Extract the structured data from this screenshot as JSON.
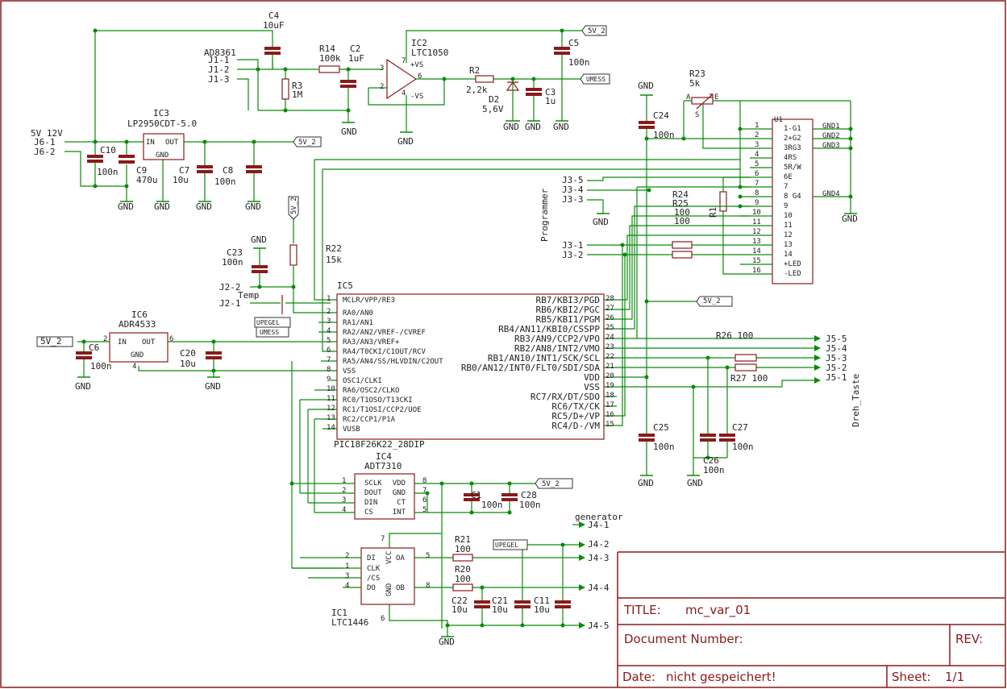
{
  "title_block": {
    "title_label": "TITLE:",
    "title_value": "mc_var_01",
    "doc_label": "Document Number:",
    "rev_label": "REV:",
    "date_label": "Date:",
    "date_value": "nicht gespeichert!",
    "sheet_label": "Sheet:",
    "sheet_value": "1/1"
  },
  "components": {
    "ic5": {
      "name": "IC5",
      "part": "PIC18F26K22_28DIP",
      "left_pins": [
        {
          "num": "1",
          "label": "MCLR/VPP/RE3"
        },
        {
          "num": "2",
          "label": "RA0/AN0"
        },
        {
          "num": "3",
          "label": "RA1/AN1"
        },
        {
          "num": "4",
          "label": "RA2/AN2/VREF-/CVREF"
        },
        {
          "num": "5",
          "label": "RA3/AN3/VREF+"
        },
        {
          "num": "6",
          "label": "RA4/T0CKI/C1OUT/RCV"
        },
        {
          "num": "7",
          "label": "RA5/AN4/SS/HLVDIN/C2OUT"
        },
        {
          "num": "8",
          "label": "VSS"
        },
        {
          "num": "9",
          "label": "OSC1/CLKI"
        },
        {
          "num": "10",
          "label": "RA6/OSC2/CLKO"
        },
        {
          "num": "11",
          "label": "RC0/T1OSO/T13CKI"
        },
        {
          "num": "12",
          "label": "RC1/T1OSI/CCP2/UOE"
        },
        {
          "num": "13",
          "label": "RC2/CCP1/P1A"
        },
        {
          "num": "14",
          "label": "VUSB"
        }
      ],
      "right_pins": [
        {
          "num": "28",
          "label": "RB7/KBI3/PGD"
        },
        {
          "num": "27",
          "label": "RB6/KBI2/PGC"
        },
        {
          "num": "26",
          "label": "RB5/KBI1/PGM"
        },
        {
          "num": "25",
          "label": "RB4/AN11/KBI0/CSSPP"
        },
        {
          "num": "24",
          "label": "RB3/AN9/CCP2/VPO"
        },
        {
          "num": "23",
          "label": "RB2/AN8/INT2/VMO"
        },
        {
          "num": "22",
          "label": "RB1/AN10/INT1/SCK/SCL"
        },
        {
          "num": "21",
          "label": "RB0/AN12/INT0/FLT0/SDI/SDA"
        },
        {
          "num": "20",
          "label": "VDD"
        },
        {
          "num": "19",
          "label": "VSS"
        },
        {
          "num": "18",
          "label": "RC7/RX/DT/SDO"
        },
        {
          "num": "17",
          "label": "RC6/TX/CK"
        },
        {
          "num": "16",
          "label": "RC5/D+/VP"
        },
        {
          "num": "15",
          "label": "RC4/D-/VM"
        }
      ]
    },
    "u1": {
      "name": "U1",
      "pins": [
        {
          "num": "1",
          "label": "1-G1"
        },
        {
          "num": "2",
          "label": "2+G2"
        },
        {
          "num": "3",
          "label": "3RG3"
        },
        {
          "num": "4",
          "label": "4RS"
        },
        {
          "num": "5",
          "label": "5R/W"
        },
        {
          "num": "6",
          "label": "6E"
        },
        {
          "num": "7",
          "label": "7"
        },
        {
          "num": "8",
          "label": "8 G4"
        },
        {
          "num": "9",
          "label": "9"
        },
        {
          "num": "10",
          "label": "10"
        },
        {
          "num": "11",
          "label": "11"
        },
        {
          "num": "12",
          "label": "12"
        },
        {
          "num": "13",
          "label": "13"
        },
        {
          "num": "14",
          "label": "14"
        },
        {
          "num": "15",
          "label": "+LED"
        },
        {
          "num": "16",
          "label": "-LED"
        }
      ],
      "gnd_labels": [
        "GND1",
        "GND2",
        "GND3",
        "GND4"
      ]
    },
    "ic4": {
      "name": "IC4",
      "part": "ADT7310",
      "left": [
        {
          "num": "1",
          "label": "SCLK"
        },
        {
          "num": "2",
          "label": "DOUT"
        },
        {
          "num": "3",
          "label": "DIN"
        },
        {
          "num": "4",
          "label": "CS"
        }
      ],
      "right": [
        {
          "num": "8",
          "label": "VDD"
        },
        {
          "num": "7",
          "label": "GND"
        },
        {
          "num": "6",
          "label": "CT"
        },
        {
          "num": "5",
          "label": "INT"
        }
      ]
    },
    "ic1": {
      "name": "IC1",
      "part": "LTC1446",
      "left": [
        {
          "num": "2",
          "label": "DI"
        },
        {
          "num": "1",
          "label": "CLK"
        },
        {
          "num": "3",
          "label": "/CS"
        },
        {
          "num": "4",
          "label": "DO"
        }
      ],
      "right": [
        {
          "num": "5",
          "label": "OA"
        },
        {
          "num": "8",
          "label": "OB"
        }
      ],
      "vcc": "VCC",
      "gnd": "GND",
      "pin7": "7",
      "pin6": "6"
    },
    "ic3": {
      "name": "IC3",
      "part": "LP2950CDT-5.0",
      "in": "IN",
      "out": "OUT",
      "gnd": "GND"
    },
    "ic6": {
      "name": "IC6",
      "part": "ADR4533",
      "in": "IN",
      "out": "OUT",
      "gnd": "GND",
      "pin2": "2",
      "pin6": "6",
      "pin4": "4"
    },
    "ic2": {
      "name": "IC2",
      "part": "LTC1050",
      "vs_pos": "+VS",
      "vs_neg": "-VS",
      "p3": "3",
      "p2": "2",
      "p6": "6",
      "p7": "7",
      "p4": "4"
    }
  },
  "labels": {
    "c4": "C4",
    "c4v": "10uF",
    "ad8361": "AD8361",
    "j1_1": "J1-1",
    "j1_2": "J1-2",
    "j1_3": "J1-3",
    "r14": "R14",
    "r14v": "100k",
    "c2": "C2",
    "c2v": "1uF",
    "r3": "R3",
    "r3v": "1M",
    "c5": "C5",
    "c5v": "100n",
    "r2": "R2",
    "r2v": "2,2k",
    "d2": "D2",
    "d2v": "5,6V",
    "c3": "C3",
    "c3v": "1u",
    "sv12": "5V 12V",
    "j6_1": "J6-1",
    "j6_2": "J6-2",
    "c10": "C10",
    "c10v": "100n",
    "c9": "C9",
    "c9v": "470u",
    "c7": "C7",
    "c7v": "10u",
    "c8": "C8",
    "c8v": "100n",
    "c23": "C23",
    "c23v": "100n",
    "r22": "R22",
    "r22v": "15k",
    "j2_2": "J2-2",
    "j2_1": "J2-1",
    "temp": "Temp",
    "c6": "C6",
    "c6v": "100n",
    "c20": "C20",
    "c20v": "10u",
    "r23": "R23",
    "r23v": "5k",
    "r23a": "A",
    "r23e": "E",
    "r23s": "S",
    "c24": "C24",
    "c24v": "100n",
    "j3_5": "J3-5",
    "j3_4": "J3-4",
    "j3_3": "J3-3",
    "j3_1": "J3-1",
    "j3_2": "J3-2",
    "programmer": "Programmer",
    "r24": "R24",
    "r25": "R25",
    "r24v": "100",
    "r25v": "100",
    "r1": "R1",
    "r26": "R26 100",
    "r27": "R27 100",
    "j5_5": "J5-5",
    "j5_4": "J5-4",
    "j5_3": "J5-3",
    "j5_2": "J5-2",
    "j5_1": "J5-1",
    "dreh": "Dreh_Taste",
    "c25": "C25",
    "c25v": "100n",
    "c26": "C26",
    "c26v": "100n",
    "c27": "C27",
    "c27v": "100n",
    "c1": "C1",
    "c1v": "100n",
    "c28": "C28",
    "c28v": "100n",
    "generator": "generator",
    "j4_1": "J4-1",
    "j4_2": "J4-2",
    "j4_3": "J4-3",
    "j4_4": "J4-4",
    "j4_5": "J4-5",
    "r21": "R21",
    "r21v": "100",
    "r20": "R20",
    "r20v": "100",
    "c22": "C22",
    "c22v": "10u",
    "c21": "C21",
    "c21v": "10u",
    "c11": "C11",
    "c11v": "10u",
    "gnd": "GND",
    "v5": "5V_2",
    "upegel": "UPEGEL",
    "umess": "UMESS"
  },
  "colors": {
    "wire": "#0a8a0a",
    "symbol": "#8a1a1a",
    "frame": "#8a1a1a",
    "text": "#222222"
  }
}
